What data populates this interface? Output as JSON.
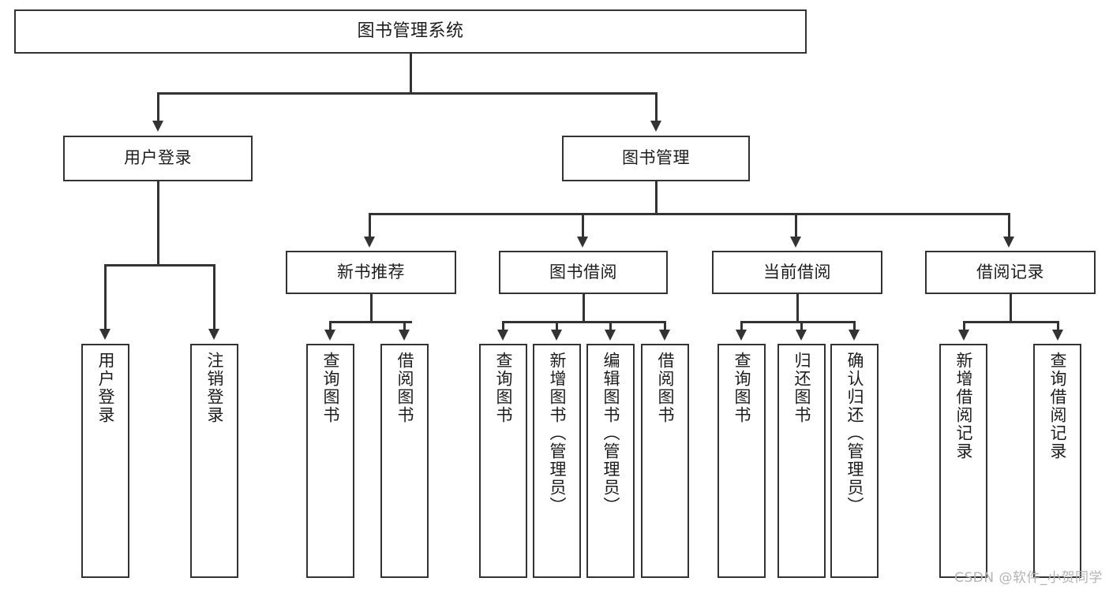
{
  "diagram": {
    "title": "图书管理系统",
    "type": "功能结构图",
    "watermark": "CSDN @软件_小贺同学",
    "colors": {
      "box_border": "#333333",
      "box_fill": "#ffffff",
      "connector": "#333333",
      "text": "#1d1d1d",
      "watermark": "#b4b4b4",
      "background": "#ffffff"
    }
  },
  "root": {
    "label": "图书管理系统"
  },
  "level2": [
    {
      "label": "用户登录"
    },
    {
      "label": "图书管理"
    }
  ],
  "level3": [
    {
      "label": "新书推荐"
    },
    {
      "label": "图书借阅"
    },
    {
      "label": "当前借阅"
    },
    {
      "label": "借阅记录"
    }
  ],
  "leaves": {
    "user_login": [
      {
        "label": "用户登录"
      },
      {
        "label": "注销登录"
      }
    ],
    "new_book_recommend": [
      {
        "label": "查询图书"
      },
      {
        "label": "借阅图书"
      }
    ],
    "book_borrow": [
      {
        "label": "查询图书"
      },
      {
        "label": "新增图书（管理员）"
      },
      {
        "label": "编辑图书（管理员）"
      },
      {
        "label": "借阅图书"
      }
    ],
    "current_borrow": [
      {
        "label": "查询图书"
      },
      {
        "label": "归还图书"
      },
      {
        "label": "确认归还（管理员）"
      }
    ],
    "borrow_record": [
      {
        "label": "新增借阅记录"
      },
      {
        "label": "查询借阅记录"
      }
    ]
  }
}
